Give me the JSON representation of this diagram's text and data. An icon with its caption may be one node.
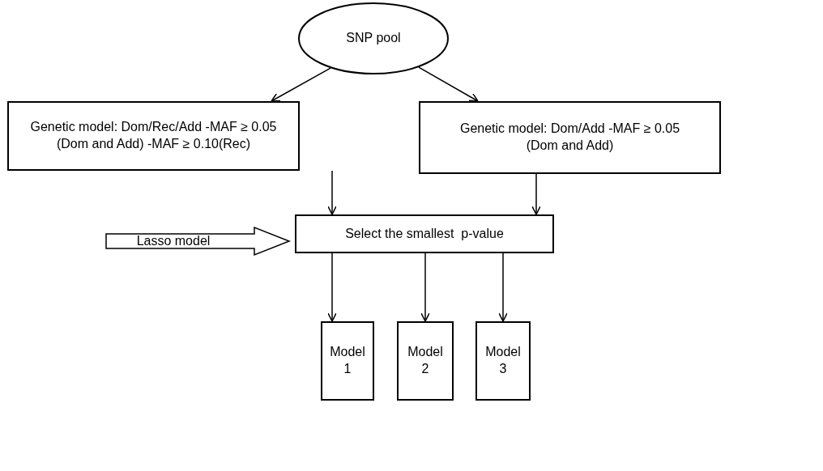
{
  "diagram": {
    "nodes": [
      {
        "text": [
          "SNP pool"
        ]
      },
      {
        "text": [
          "Genetic model: Dom/Rec/Add -MAF ≥ 0.05 (Dom and Add) -MAF ≥ 0.10(Rec)"
        ]
      },
      {
        "text": [
          "Genetic model: Dom/Add -MAF ≥ 0.05 (Dom and Add)"
        ]
      },
      {
        "text": [
          "Select the smallest  p-value"
        ]
      },
      {
        "text": [
          "Lasso model"
        ]
      },
      {
        "text": [
          "Model 1"
        ]
      },
      {
        "text": [
          "Model 2"
        ]
      },
      {
        "text": [
          "Model 3"
        ]
      }
    ],
    "edges": [
      {
        "from": 0,
        "to": 1,
        "arrow": "to"
      },
      {
        "from": 0,
        "to": 2,
        "arrow": "to"
      },
      {
        "from": 1,
        "to": 3,
        "arrow": "to"
      },
      {
        "from": 2,
        "to": 3,
        "arrow": "to"
      },
      {
        "from": 3,
        "to": 5,
        "arrow": "to"
      },
      {
        "from": 3,
        "to": 6,
        "arrow": "to"
      },
      {
        "from": 3,
        "to": 7,
        "arrow": "to"
      }
    ]
  }
}
